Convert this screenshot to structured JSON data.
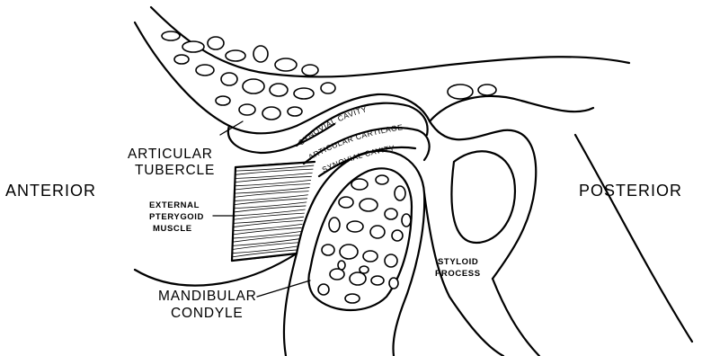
{
  "labels": {
    "anterior": "ANTERIOR",
    "posterior": "POSTERIOR",
    "articular_tubercle_line1": "ARTICULAR",
    "articular_tubercle_line2": "TUBERCLE",
    "external_pterygoid_line1": "EXTERNAL",
    "external_pterygoid_line2": "PTERYGOID",
    "external_pterygoid_line3": "MUSCLE",
    "mandibular_condyle_line1": "MANDIBULAR",
    "mandibular_condyle_line2": "CONDYLE",
    "styloid_process_line1": "STYLOID",
    "styloid_process_line2": "PROCESS",
    "synovial_cavity_upper": "SYNOVIAL CAVITY",
    "articular_cartilage": "ARTICULAR CARTILAGE",
    "synovial_cavity_lower": "SYNOVIAL CAVITY"
  }
}
